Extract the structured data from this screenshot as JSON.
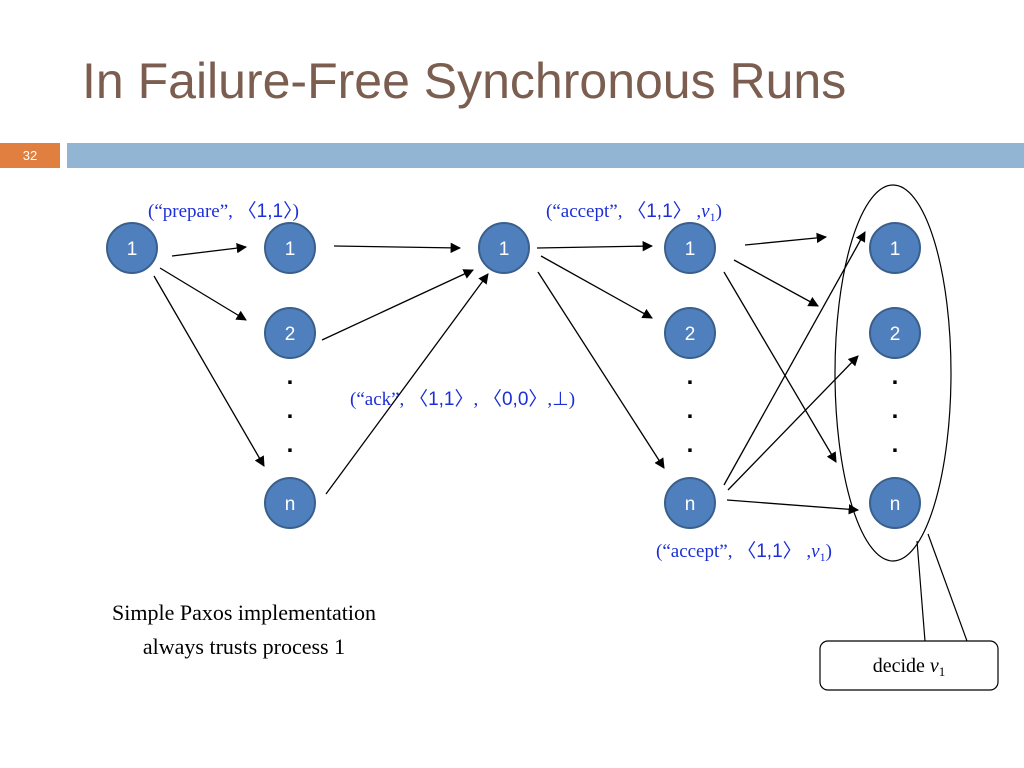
{
  "slide": {
    "title": "In Failure-Free Synchronous Runs",
    "number": "32"
  },
  "colors": {
    "title": "#7b5e4f",
    "number_box": "#e07f3f",
    "title_bar": "#92b5d4",
    "node_fill": "#4f80bd",
    "node_stroke": "#3a5f8c",
    "message_text": "#1c2fd6"
  },
  "nodes": {
    "col0": {
      "n1": "1"
    },
    "col1": {
      "n1": "1",
      "n2": "2",
      "nn": "n",
      "dots": "."
    },
    "col2": {
      "n1": "1"
    },
    "col3": {
      "n1": "1",
      "n2": "2",
      "nn": "n",
      "dots": "."
    },
    "col4": {
      "n1": "1",
      "n2": "2",
      "nn": "n",
      "dots": "."
    }
  },
  "messages": {
    "prepare": {
      "open": "(“prepare”, ",
      "tuple": "〈1,1〉",
      "close": ")"
    },
    "ack": {
      "open": "(“ack”, ",
      "tuple1": "〈1,1〉",
      "sep": ", ",
      "tuple2": "〈0,0〉",
      "bottom": ",⊥)"
    },
    "accept_top": {
      "open": "(“accept”, ",
      "tuple": "〈1,1〉",
      "comma": " ,",
      "var": "v",
      "sub": "1",
      "close": ")"
    },
    "accept_bottom": {
      "open": "(“accept”, ",
      "tuple": "〈1,1〉",
      "comma": " ,",
      "var": "v",
      "sub": "1",
      "close": ")"
    }
  },
  "caption": {
    "line1": "Simple Paxos implementation",
    "line2": "always trusts process 1"
  },
  "decide_box": {
    "text": "decide ",
    "var": "v",
    "sub": "1"
  }
}
